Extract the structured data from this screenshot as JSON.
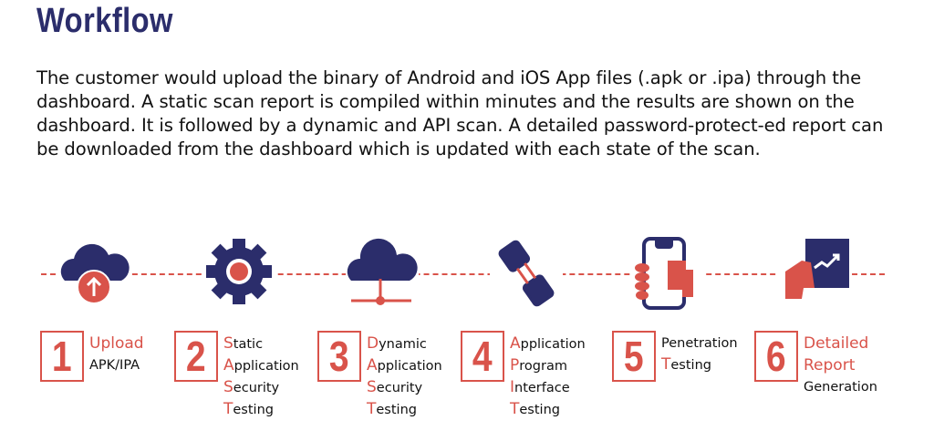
{
  "title": "Workflow",
  "paragraph": "The customer would upload the binary of  Android and iOS App files (.apk or .ipa) through the dashboard. A static scan report is compiled within minutes and the results are shown on the dashboard. It is followed by a dynamic and API scan. A detailed password-protect-ed report can be downloaded from the dashboard which is updated with each state of the scan.",
  "colors": {
    "navy": "#2b2d6b",
    "red": "#d9534a"
  },
  "steps": [
    {
      "number": "1",
      "icon": "cloud-upload-icon",
      "lines": [
        {
          "r": "Upload",
          "b": ""
        },
        {
          "r": "",
          "b": "APK/IPA"
        }
      ]
    },
    {
      "number": "2",
      "icon": "gear-icon",
      "lines": [
        {
          "r": "S",
          "b": "tatic"
        },
        {
          "r": "A",
          "b": "pplication"
        },
        {
          "r": "S",
          "b": "ecurity"
        },
        {
          "r": "T",
          "b": "esting"
        }
      ]
    },
    {
      "number": "3",
      "icon": "cloud-network-icon",
      "lines": [
        {
          "r": "D",
          "b": "ynamic"
        },
        {
          "r": "A",
          "b": "pplication"
        },
        {
          "r": "S",
          "b": "ecurity"
        },
        {
          "r": "T",
          "b": "esting"
        }
      ]
    },
    {
      "number": "4",
      "icon": "plug-icon",
      "lines": [
        {
          "r": "A",
          "b": "pplication"
        },
        {
          "r": "P",
          "b": "rogram"
        },
        {
          "r": "I",
          "b": "nterface"
        },
        {
          "r": "T",
          "b": "esting"
        }
      ]
    },
    {
      "number": "5",
      "icon": "hand-phone-icon",
      "lines": [
        {
          "r": "",
          "b": "Penetration"
        },
        {
          "r": "T",
          "b": "esting"
        }
      ]
    },
    {
      "number": "6",
      "icon": "hand-report-icon",
      "lines": [
        {
          "r": "Detailed",
          "b": ""
        },
        {
          "r": "Report",
          "b": ""
        },
        {
          "r": "",
          "b": "Generation"
        }
      ]
    }
  ]
}
